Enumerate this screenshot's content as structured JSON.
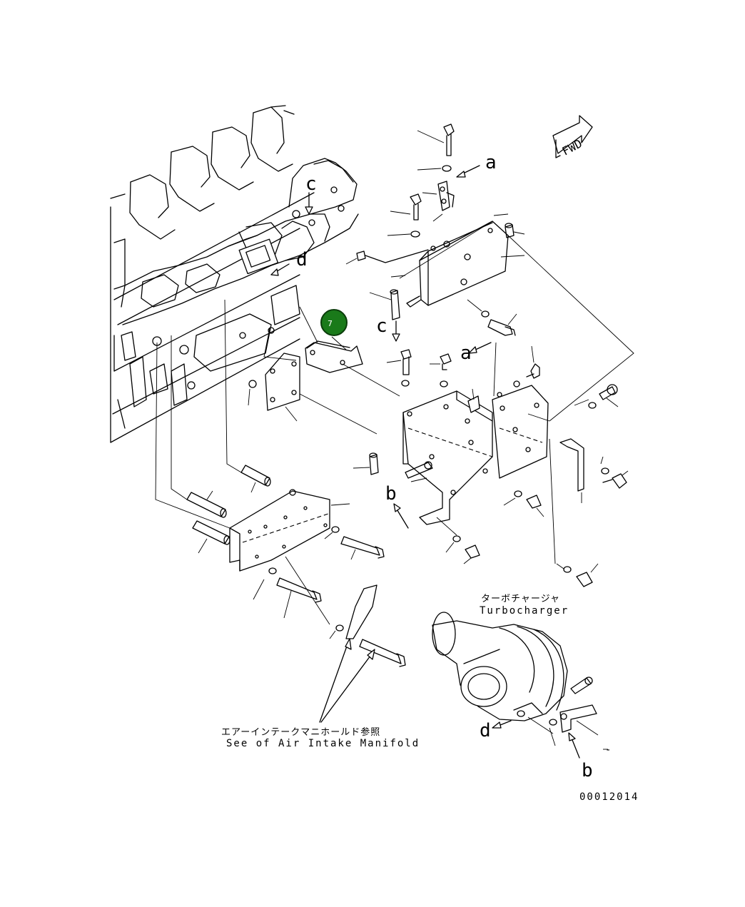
{
  "direction_badge": {
    "text": "FWD"
  },
  "reference_letters": {
    "a_top": "a",
    "a_mid": "a",
    "b_left": "b",
    "b_bottom": "b",
    "c_engine": "c",
    "c_mid": "c",
    "d_engine": "d",
    "d_turbo": "d"
  },
  "turbocharger_caption": {
    "japanese": "ターボチャージャ",
    "english": "Turbocharger"
  },
  "intake_caption": {
    "japanese": "エアーインテークマニホールド参照",
    "english": "See of Air Intake Manifold"
  },
  "part_callout": {
    "number": "7",
    "color": "#1a7a1a"
  },
  "drawing_number": "00012014",
  "small_mark": "-"
}
